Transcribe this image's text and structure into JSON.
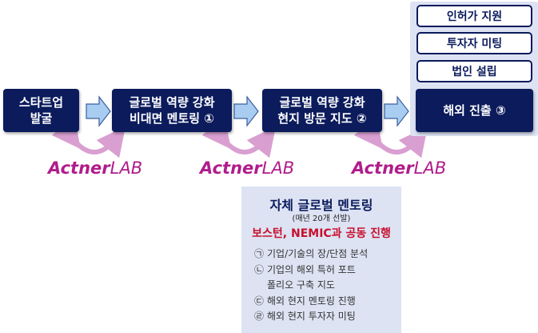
{
  "steps": [
    {
      "line1": "스타트업",
      "line2": "발굴"
    },
    {
      "line1": "글로벌 역량 강화",
      "line2": "비대면 멘토링 ①"
    },
    {
      "line1": "글로벌 역량 강화",
      "line2": "현지 방문 지도 ②"
    }
  ],
  "final_step": "해외 진출 ③",
  "overseas_items": [
    "인허가 지원",
    "투자자 미팅",
    "법인 설립"
  ],
  "brand": {
    "bold": "Actner",
    "light": "LAB"
  },
  "mentoring": {
    "title": "자체 글로벌 멘토링",
    "subtitle": "(매년 20개 선발)",
    "highlight": "보스턴, NEMIC과 공동 진행",
    "items": [
      {
        "num": "㉠",
        "text": "기업/기술의 장/단점 분석"
      },
      {
        "num": "㉡",
        "text": "기업의 해외 특허 포트",
        "cont": "폴리오 구축 지도"
      },
      {
        "num": "㉢",
        "text": "해외 현지 멘토링 진행"
      },
      {
        "num": "㉣",
        "text": "해외 현지 투자자 미팅"
      }
    ]
  },
  "colors": {
    "navy": "#0b1b5c",
    "panel": "#dde3f3",
    "arrow": "#a9cdf0",
    "brand": "#b01c8c",
    "highlight": "#c8102e"
  }
}
